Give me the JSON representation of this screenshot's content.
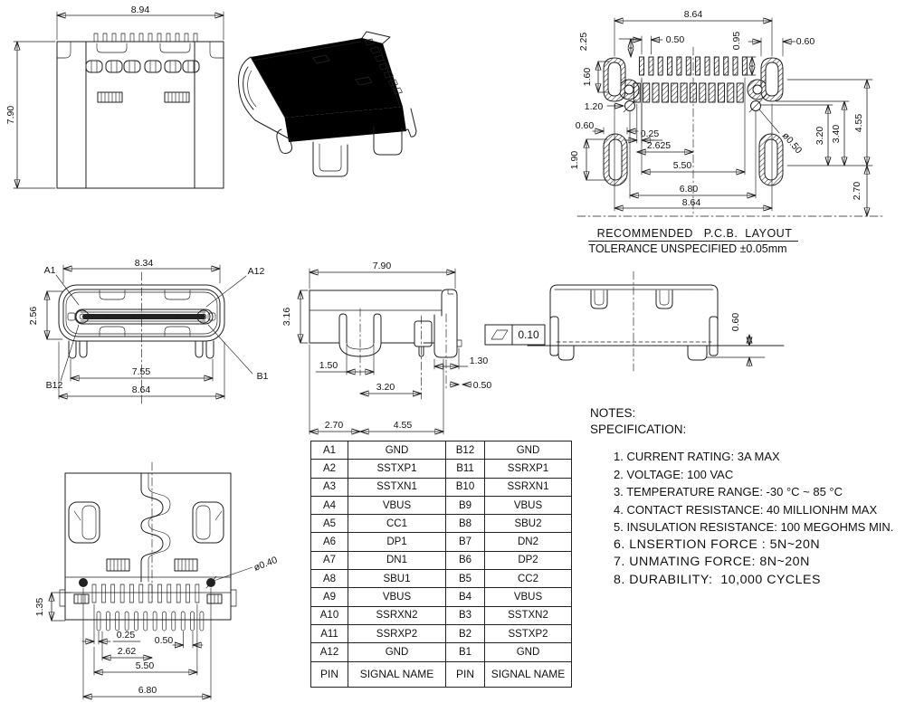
{
  "top_view": {
    "dim_width": "8.94",
    "dim_height": "7.90"
  },
  "pcb": {
    "title": "RECOMMENDED   P.C.B.  LAYOUT",
    "tolerance": "TOLERANCE UNSPECIFIED ±0.05mm",
    "d864_top": "8.64",
    "d050": "0.50",
    "d095": "0.95",
    "d060_right": "0.60",
    "d225": "2.25",
    "d160": "1.60",
    "d120": "1.20",
    "d060_left": "0.60",
    "d190": "1.90",
    "d025": "0.25",
    "d2625": "2.625",
    "d550": "5.50",
    "d680": "6.80",
    "d864_bot": "8.64",
    "d320": "3.20",
    "d340": "3.40",
    "d455": "4.55",
    "d270": "2.70",
    "dhole": "ø0.50"
  },
  "front_view": {
    "a1": "A1",
    "a12": "A12",
    "b12": "B12",
    "b1": "B1",
    "d834": "8.34",
    "d256": "2.56",
    "d755": "7.55",
    "d864": "8.64"
  },
  "side_view": {
    "d790": "7.90",
    "d316": "3.16",
    "d150": "1.50",
    "d320": "3.20",
    "d130": "1.30",
    "d050": "0.50",
    "d270": "2.70",
    "d455": "4.55",
    "flatness": "0.10"
  },
  "rear_view": {
    "d060": "0.60"
  },
  "bottom_view": {
    "d135": "1.35",
    "d025": "0.25",
    "d050": "0.50",
    "d262": "2.62",
    "d550": "5.50",
    "d680": "6.80",
    "dhole": "ø0.40"
  },
  "pin_table": {
    "rows": [
      {
        "pa": "A1",
        "sa": "GND",
        "pb": "B12",
        "sb": "GND"
      },
      {
        "pa": "A2",
        "sa": "SSTXP1",
        "pb": "B11",
        "sb": "SSRXP1"
      },
      {
        "pa": "A3",
        "sa": "SSTXN1",
        "pb": "B10",
        "sb": "SSRXN1"
      },
      {
        "pa": "A4",
        "sa": "VBUS",
        "pb": "B9",
        "sb": "VBUS"
      },
      {
        "pa": "A5",
        "sa": "CC1",
        "pb": "B8",
        "sb": "SBU2"
      },
      {
        "pa": "A6",
        "sa": "DP1",
        "pb": "B7",
        "sb": "DN2"
      },
      {
        "pa": "A7",
        "sa": "DN1",
        "pb": "B6",
        "sb": "DP2"
      },
      {
        "pa": "A8",
        "sa": "SBU1",
        "pb": "B5",
        "sb": "CC2"
      },
      {
        "pa": "A9",
        "sa": "VBUS",
        "pb": "B4",
        "sb": "VBUS"
      },
      {
        "pa": "A10",
        "sa": "SSRXN2",
        "pb": "B3",
        "sb": "SSTXN2"
      },
      {
        "pa": "A11",
        "sa": "SSRXP2",
        "pb": "B2",
        "sb": "SSTXP2"
      },
      {
        "pa": "A12",
        "sa": "GND",
        "pb": "B1",
        "sb": "GND"
      }
    ],
    "footer": {
      "pa": "PIN",
      "sa": "SIGNAL NAME",
      "pb": "PIN",
      "sb": "SIGNAL NAME"
    }
  },
  "notes": {
    "title": "NOTES:",
    "subtitle": "SPECIFICATION:",
    "items": [
      "1. CURRENT RATING: 3A MAX",
      "2. VOLTAGE: 100 VAC",
      "3. TEMPERATURE RANGE: -30 °C ~ 85 °C",
      "4. CONTACT RESISTANCE: 40 MILLIONHM MAX",
      "5. INSULATION RESISTANCE: 100 MEGOHMS MIN.",
      "6. LNSERTION FORCE : 5N~20N",
      "7. UNMATING FORCE: 8N~20N",
      "8. DURABILITY:  10,000 CYCLES"
    ]
  }
}
